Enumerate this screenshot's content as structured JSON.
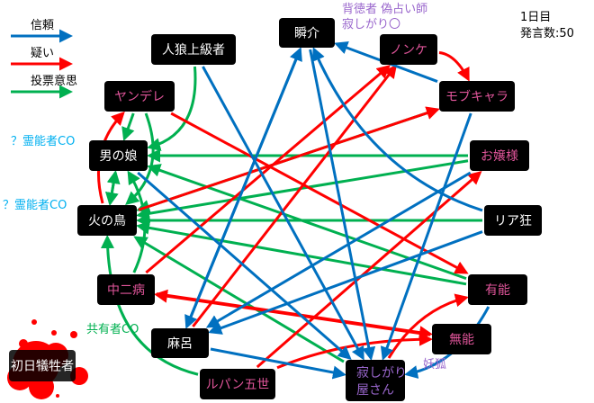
{
  "legend": [
    {
      "label": "信頼",
      "type": "trust",
      "color": "#0070c0"
    },
    {
      "label": "疑い",
      "type": "doubt",
      "color": "#ff0000"
    },
    {
      "label": "投票意思",
      "type": "vote",
      "color": "#00b050"
    }
  ],
  "info": {
    "day": "1日目",
    "posts": "発言数:50"
  },
  "annotations": {
    "shunsuke_note_1": "背徳者 偽占い師",
    "shunsuke_note_2": "寂しがり〇",
    "medium_co_1": "？霊能者CO",
    "medium_co_2": "？霊能者CO",
    "mason_co": "共有者CO",
    "fox": "妖狐"
  },
  "nodes": [
    {
      "id": "shunsuke",
      "label": "瞬介",
      "color": "#ffffff"
    },
    {
      "id": "jinro",
      "label": "人狼上級者",
      "color": "#ffffff"
    },
    {
      "id": "nonke",
      "label": "ノンケ",
      "color": "#e0559a"
    },
    {
      "id": "yandere",
      "label": "ヤンデレ",
      "color": "#e0559a"
    },
    {
      "id": "mob",
      "label": "モブキャラ",
      "color": "#e0559a"
    },
    {
      "id": "otoko",
      "label": "男の娘",
      "color": "#ffffff"
    },
    {
      "id": "ojou",
      "label": "お嬢様",
      "color": "#e0559a"
    },
    {
      "id": "hinotori",
      "label": "火の鳥",
      "color": "#ffffff"
    },
    {
      "id": "riakyo",
      "label": "リア狂",
      "color": "#ffffff"
    },
    {
      "id": "chuni",
      "label": "中二病",
      "color": "#e0559a"
    },
    {
      "id": "yuno",
      "label": "有能",
      "color": "#e0559a"
    },
    {
      "id": "maro",
      "label": "麻呂",
      "color": "#ffffff"
    },
    {
      "id": "muno",
      "label": "無能",
      "color": "#e0559a"
    },
    {
      "id": "victim",
      "label": "初日犠牲者",
      "color": "#ffffff"
    },
    {
      "id": "lupin",
      "label": "ルパン五世",
      "color": "#e0559a"
    },
    {
      "id": "sabishi",
      "label": "寂しがり\n屋さん",
      "color": "#9966cc"
    }
  ],
  "edges": [
    {
      "from": "jinro",
      "to": "otoko",
      "type": "vote"
    },
    {
      "from": "yandere",
      "to": "otoko",
      "type": "vote"
    },
    {
      "from": "yandere",
      "to": "hinotori",
      "type": "vote"
    },
    {
      "from": "otoko",
      "to": "hinotori",
      "type": "vote"
    },
    {
      "from": "hinotori",
      "to": "otoko",
      "type": "vote"
    },
    {
      "from": "ojou",
      "to": "otoko",
      "type": "vote"
    },
    {
      "from": "ojou",
      "to": "hinotori",
      "type": "vote"
    },
    {
      "from": "mob",
      "to": "hinotori",
      "type": "vote"
    },
    {
      "from": "riakyo",
      "to": "hinotori",
      "type": "vote"
    },
    {
      "from": "yuno",
      "to": "hinotori",
      "type": "vote"
    },
    {
      "from": "yuno",
      "to": "otoko",
      "type": "vote"
    },
    {
      "from": "sabishi",
      "to": "hinotori",
      "type": "vote"
    },
    {
      "from": "chuni",
      "to": "otoko",
      "type": "vote"
    },
    {
      "from": "lupin",
      "to": "hinotori",
      "type": "vote"
    },
    {
      "from": "hinotori",
      "to": "yandere",
      "type": "doubt"
    },
    {
      "from": "yandere",
      "to": "yuno",
      "type": "doubt"
    },
    {
      "from": "chuni",
      "to": "nonke",
      "type": "doubt"
    },
    {
      "from": "maro",
      "to": "nonke",
      "type": "doubt"
    },
    {
      "from": "hinotori",
      "to": "mob",
      "type": "doubt"
    },
    {
      "from": "lupin",
      "to": "ojou",
      "type": "doubt"
    },
    {
      "from": "chuni",
      "to": "muno",
      "type": "doubt"
    },
    {
      "from": "muno",
      "to": "chuni",
      "type": "doubt"
    },
    {
      "from": "lupin",
      "to": "muno",
      "type": "doubt"
    },
    {
      "from": "sabishi",
      "to": "yuno",
      "type": "doubt"
    },
    {
      "from": "nonke",
      "to": "mob",
      "type": "doubt"
    },
    {
      "from": "mob",
      "to": "shunsuke",
      "type": "trust"
    },
    {
      "from": "jinro",
      "to": "sabishi",
      "type": "trust"
    },
    {
      "from": "otoko",
      "to": "sabishi",
      "type": "trust"
    },
    {
      "from": "maro",
      "to": "shunsuke",
      "type": "trust"
    },
    {
      "from": "shunsuke",
      "to": "sabishi",
      "type": "trust"
    },
    {
      "from": "riakyo",
      "to": "shunsuke",
      "type": "trust"
    },
    {
      "from": "riakyo",
      "to": "maro",
      "type": "trust"
    },
    {
      "from": "ojou",
      "to": "maro",
      "type": "trust"
    },
    {
      "from": "mob",
      "to": "sabishi",
      "type": "trust"
    },
    {
      "from": "maro",
      "to": "sabishi",
      "type": "trust"
    },
    {
      "from": "yuno",
      "to": "sabishi",
      "type": "trust"
    },
    {
      "from": "shunsuke",
      "to": "maro",
      "type": "trust"
    }
  ]
}
